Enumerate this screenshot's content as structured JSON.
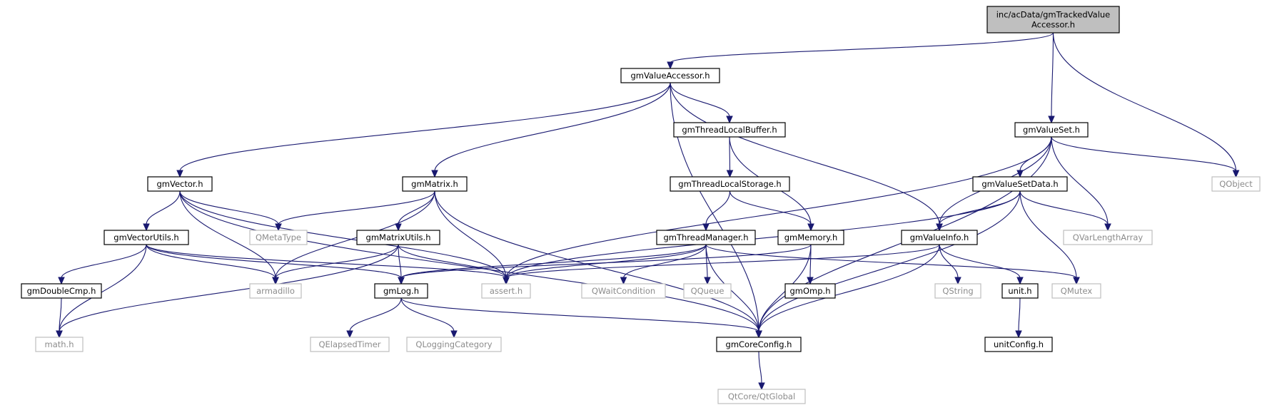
{
  "colors": {
    "edge": "#191970",
    "root_fill": "#bfbfbf",
    "external_border": "#bfbfbf",
    "external_text": "#8c8c8c"
  },
  "nodes": [
    {
      "id": "root",
      "lines": [
        "inc/acData/gmTrackedValue",
        "Accessor.h"
      ],
      "kind": "root"
    },
    {
      "id": "gmValueAccessor",
      "lines": [
        "gmValueAccessor.h"
      ],
      "kind": "int"
    },
    {
      "id": "gmValueSet",
      "lines": [
        "gmValueSet.h"
      ],
      "kind": "int"
    },
    {
      "id": "QObject",
      "lines": [
        "QObject"
      ],
      "kind": "ext"
    },
    {
      "id": "gmThreadLocalBuffer",
      "lines": [
        "gmThreadLocalBuffer.h"
      ],
      "kind": "int"
    },
    {
      "id": "gmVector",
      "lines": [
        "gmVector.h"
      ],
      "kind": "int"
    },
    {
      "id": "gmMatrix",
      "lines": [
        "gmMatrix.h"
      ],
      "kind": "int"
    },
    {
      "id": "gmThreadLocalStorage",
      "lines": [
        "gmThreadLocalStorage.h"
      ],
      "kind": "int"
    },
    {
      "id": "gmValueSetData",
      "lines": [
        "gmValueSetData.h"
      ],
      "kind": "int"
    },
    {
      "id": "QMetaType",
      "lines": [
        "QMetaType"
      ],
      "kind": "ext"
    },
    {
      "id": "gmVectorUtils",
      "lines": [
        "gmVectorUtils.h"
      ],
      "kind": "int"
    },
    {
      "id": "gmMatrixUtils",
      "lines": [
        "gmMatrixUtils.h"
      ],
      "kind": "int"
    },
    {
      "id": "gmThreadManager",
      "lines": [
        "gmThreadManager.h"
      ],
      "kind": "int"
    },
    {
      "id": "gmMemory",
      "lines": [
        "gmMemory.h"
      ],
      "kind": "int"
    },
    {
      "id": "gmValueInfo",
      "lines": [
        "gmValueInfo.h"
      ],
      "kind": "int"
    },
    {
      "id": "QVarLengthArray",
      "lines": [
        "QVarLengthArray"
      ],
      "kind": "ext"
    },
    {
      "id": "gmDoubleCmp",
      "lines": [
        "gmDoubleCmp.h"
      ],
      "kind": "int"
    },
    {
      "id": "armadillo",
      "lines": [
        "armadillo"
      ],
      "kind": "ext"
    },
    {
      "id": "gmLog",
      "lines": [
        "gmLog.h"
      ],
      "kind": "int"
    },
    {
      "id": "assert",
      "lines": [
        "assert.h"
      ],
      "kind": "ext"
    },
    {
      "id": "QWaitCondition",
      "lines": [
        "QWaitCondition"
      ],
      "kind": "ext"
    },
    {
      "id": "QQueue",
      "lines": [
        "QQueue"
      ],
      "kind": "ext"
    },
    {
      "id": "gmOmp",
      "lines": [
        "gmOmp.h"
      ],
      "kind": "int"
    },
    {
      "id": "QString",
      "lines": [
        "QString"
      ],
      "kind": "ext"
    },
    {
      "id": "unit",
      "lines": [
        "unit.h"
      ],
      "kind": "int"
    },
    {
      "id": "QMutex",
      "lines": [
        "QMutex"
      ],
      "kind": "ext"
    },
    {
      "id": "math",
      "lines": [
        "math.h"
      ],
      "kind": "ext"
    },
    {
      "id": "QElapsedTimer",
      "lines": [
        "QElapsedTimer"
      ],
      "kind": "ext"
    },
    {
      "id": "QLoggingCategory",
      "lines": [
        "QLoggingCategory"
      ],
      "kind": "ext"
    },
    {
      "id": "gmCoreConfig",
      "lines": [
        "gmCoreConfig.h"
      ],
      "kind": "int"
    },
    {
      "id": "unitConfig",
      "lines": [
        "unitConfig.h"
      ],
      "kind": "int"
    },
    {
      "id": "QtGlobal",
      "lines": [
        "QtCore/QtGlobal"
      ],
      "kind": "ext"
    }
  ],
  "edges": [
    [
      "root",
      "gmValueAccessor"
    ],
    [
      "root",
      "gmValueSet"
    ],
    [
      "root",
      "QObject"
    ],
    [
      "gmValueAccessor",
      "gmVector"
    ],
    [
      "gmValueAccessor",
      "gmMatrix"
    ],
    [
      "gmValueAccessor",
      "gmThreadLocalBuffer"
    ],
    [
      "gmValueAccessor",
      "gmValueInfo"
    ],
    [
      "gmValueAccessor",
      "gmCoreConfig"
    ],
    [
      "gmValueSet",
      "gmValueSetData"
    ],
    [
      "gmValueSet",
      "gmValueInfo"
    ],
    [
      "gmValueSet",
      "QVarLengthArray"
    ],
    [
      "gmValueSet",
      "QObject"
    ],
    [
      "gmValueSet",
      "assert"
    ],
    [
      "gmValueSet",
      "gmCoreConfig"
    ],
    [
      "gmThreadLocalBuffer",
      "gmThreadLocalStorage"
    ],
    [
      "gmThreadLocalBuffer",
      "gmMemory"
    ],
    [
      "gmVector",
      "gmVectorUtils"
    ],
    [
      "gmVector",
      "QMetaType"
    ],
    [
      "gmVector",
      "armadillo"
    ],
    [
      "gmVector",
      "assert"
    ],
    [
      "gmVector",
      "gmCoreConfig"
    ],
    [
      "gmMatrix",
      "gmMatrixUtils"
    ],
    [
      "gmMatrix",
      "QMetaType"
    ],
    [
      "gmMatrix",
      "armadillo"
    ],
    [
      "gmMatrix",
      "assert"
    ],
    [
      "gmMatrix",
      "gmCoreConfig"
    ],
    [
      "gmThreadLocalStorage",
      "gmThreadManager"
    ],
    [
      "gmThreadLocalStorage",
      "gmMemory"
    ],
    [
      "gmValueSetData",
      "gmValueInfo"
    ],
    [
      "gmValueSetData",
      "QVarLengthArray"
    ],
    [
      "gmValueSetData",
      "QMutex"
    ],
    [
      "gmValueSetData",
      "assert"
    ],
    [
      "gmValueSetData",
      "gmCoreConfig"
    ],
    [
      "gmVectorUtils",
      "gmDoubleCmp"
    ],
    [
      "gmVectorUtils",
      "armadillo"
    ],
    [
      "gmVectorUtils",
      "gmLog"
    ],
    [
      "gmVectorUtils",
      "assert"
    ],
    [
      "gmVectorUtils",
      "math"
    ],
    [
      "gmMatrixUtils",
      "armadillo"
    ],
    [
      "gmMatrixUtils",
      "gmLog"
    ],
    [
      "gmMatrixUtils",
      "assert"
    ],
    [
      "gmMatrixUtils",
      "math"
    ],
    [
      "gmThreadManager",
      "gmLog"
    ],
    [
      "gmThreadManager",
      "assert"
    ],
    [
      "gmThreadManager",
      "QWaitCondition"
    ],
    [
      "gmThreadManager",
      "QQueue"
    ],
    [
      "gmThreadManager",
      "QMutex"
    ],
    [
      "gmThreadManager",
      "gmCoreConfig"
    ],
    [
      "gmMemory",
      "gmOmp"
    ],
    [
      "gmMemory",
      "gmLog"
    ],
    [
      "gmMemory",
      "gmCoreConfig"
    ],
    [
      "gmValueInfo",
      "QString"
    ],
    [
      "gmValueInfo",
      "unit"
    ],
    [
      "gmValueInfo",
      "assert"
    ],
    [
      "gmValueInfo",
      "gmCoreConfig"
    ],
    [
      "gmDoubleCmp",
      "math"
    ],
    [
      "gmLog",
      "QElapsedTimer"
    ],
    [
      "gmLog",
      "QLoggingCategory"
    ],
    [
      "gmLog",
      "gmCoreConfig"
    ],
    [
      "unit",
      "unitConfig"
    ],
    [
      "gmCoreConfig",
      "QtGlobal"
    ]
  ]
}
